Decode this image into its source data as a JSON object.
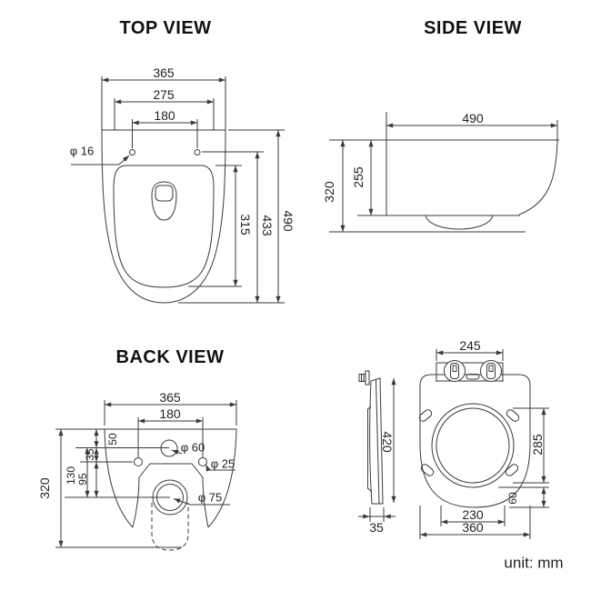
{
  "unit_label": "unit: mm",
  "colors": {
    "line": "#3a3a3a",
    "text": "#1f1f1f",
    "background": "#ffffff"
  },
  "views": {
    "top": {
      "title": "TOP VIEW",
      "dims": {
        "overall_width": "365",
        "lid_width": "275",
        "hinge_hole_spacing": "180",
        "hinge_hole_dia": "φ 16",
        "lid_length": "315",
        "hole_to_front": "433",
        "overall_depth": "490"
      }
    },
    "side": {
      "title": "SIDE VIEW",
      "dims": {
        "overall_depth": "490",
        "body_height": "255",
        "overall_height": "320"
      }
    },
    "back": {
      "title": "BACK VIEW",
      "dims": {
        "overall_width": "365",
        "fixing_hole_spacing": "180",
        "inlet_offset": "50",
        "fixing_hole_offset": "35",
        "outlet_offset": "95",
        "outlet_center_height": "130",
        "overall_height": "320",
        "inlet_dia": "φ 60",
        "fixing_hole_dia": "φ 25",
        "outlet_dia": "φ 75"
      }
    },
    "seat": {
      "dims": {
        "hinge_width": "245",
        "length": "420",
        "thickness": "35",
        "opening_length": "285",
        "front_rim": "60",
        "opening_width": "230",
        "overall_width": "360"
      }
    }
  }
}
